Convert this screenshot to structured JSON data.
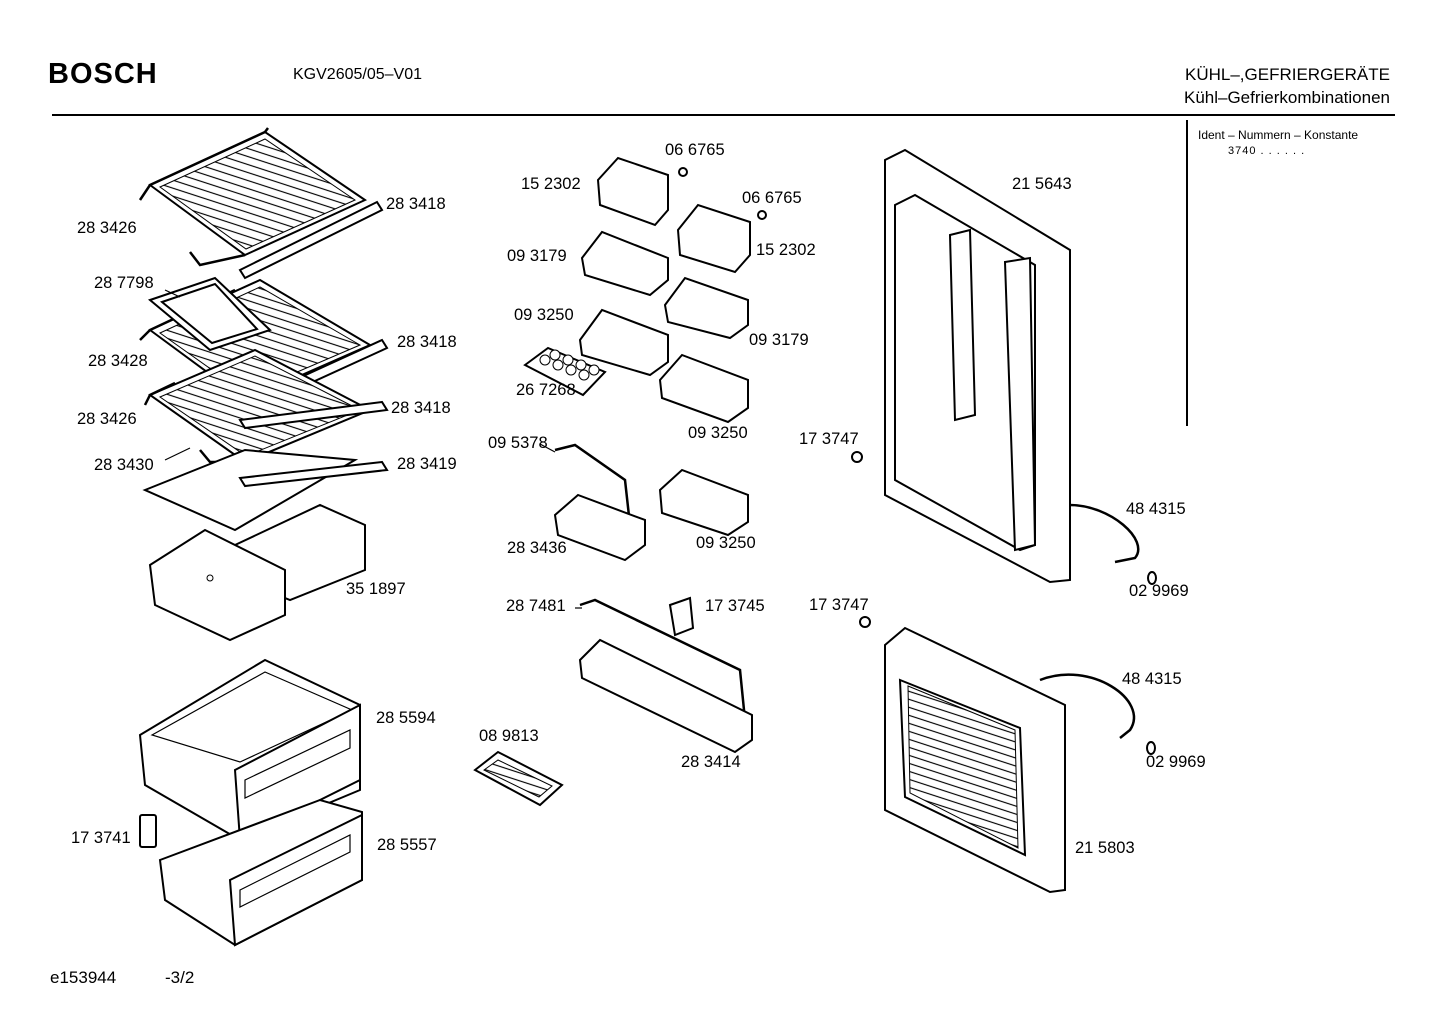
{
  "header": {
    "brand": "BOSCH",
    "model": "KGV2605/05–V01",
    "category_line1": "KÜHL–,GEFRIERGERÄTE",
    "category_line2": "Kühl–Gefrierkombinationen"
  },
  "ident_box": {
    "title": "Ident – Nummern – Konstante",
    "value": "3740 . .  . . . ."
  },
  "part_labels": [
    "28 3426",
    "28 3418",
    "28 7798",
    "28 3428",
    "28 3418",
    "28 3426",
    "28 3418",
    "28 3430",
    "28 3419",
    "35 1897",
    "28 5594",
    "17 3741",
    "28 5557",
    "06 6765",
    "15 2302",
    "06 6765",
    "15 2302",
    "09 3179",
    "09 3250",
    "09 3179",
    "26 7268",
    "09 3250",
    "09 5378",
    "28 3436",
    "09 3250",
    "28 7481",
    "17 3745",
    "08 9813",
    "28 3414",
    "17 3747",
    "21 5643",
    "48 4315",
    "02 9969",
    "17 3747",
    "48 4315",
    "02 9969",
    "21 5803"
  ],
  "footer": {
    "drawing_code": "e153944",
    "page": "-3/2"
  }
}
